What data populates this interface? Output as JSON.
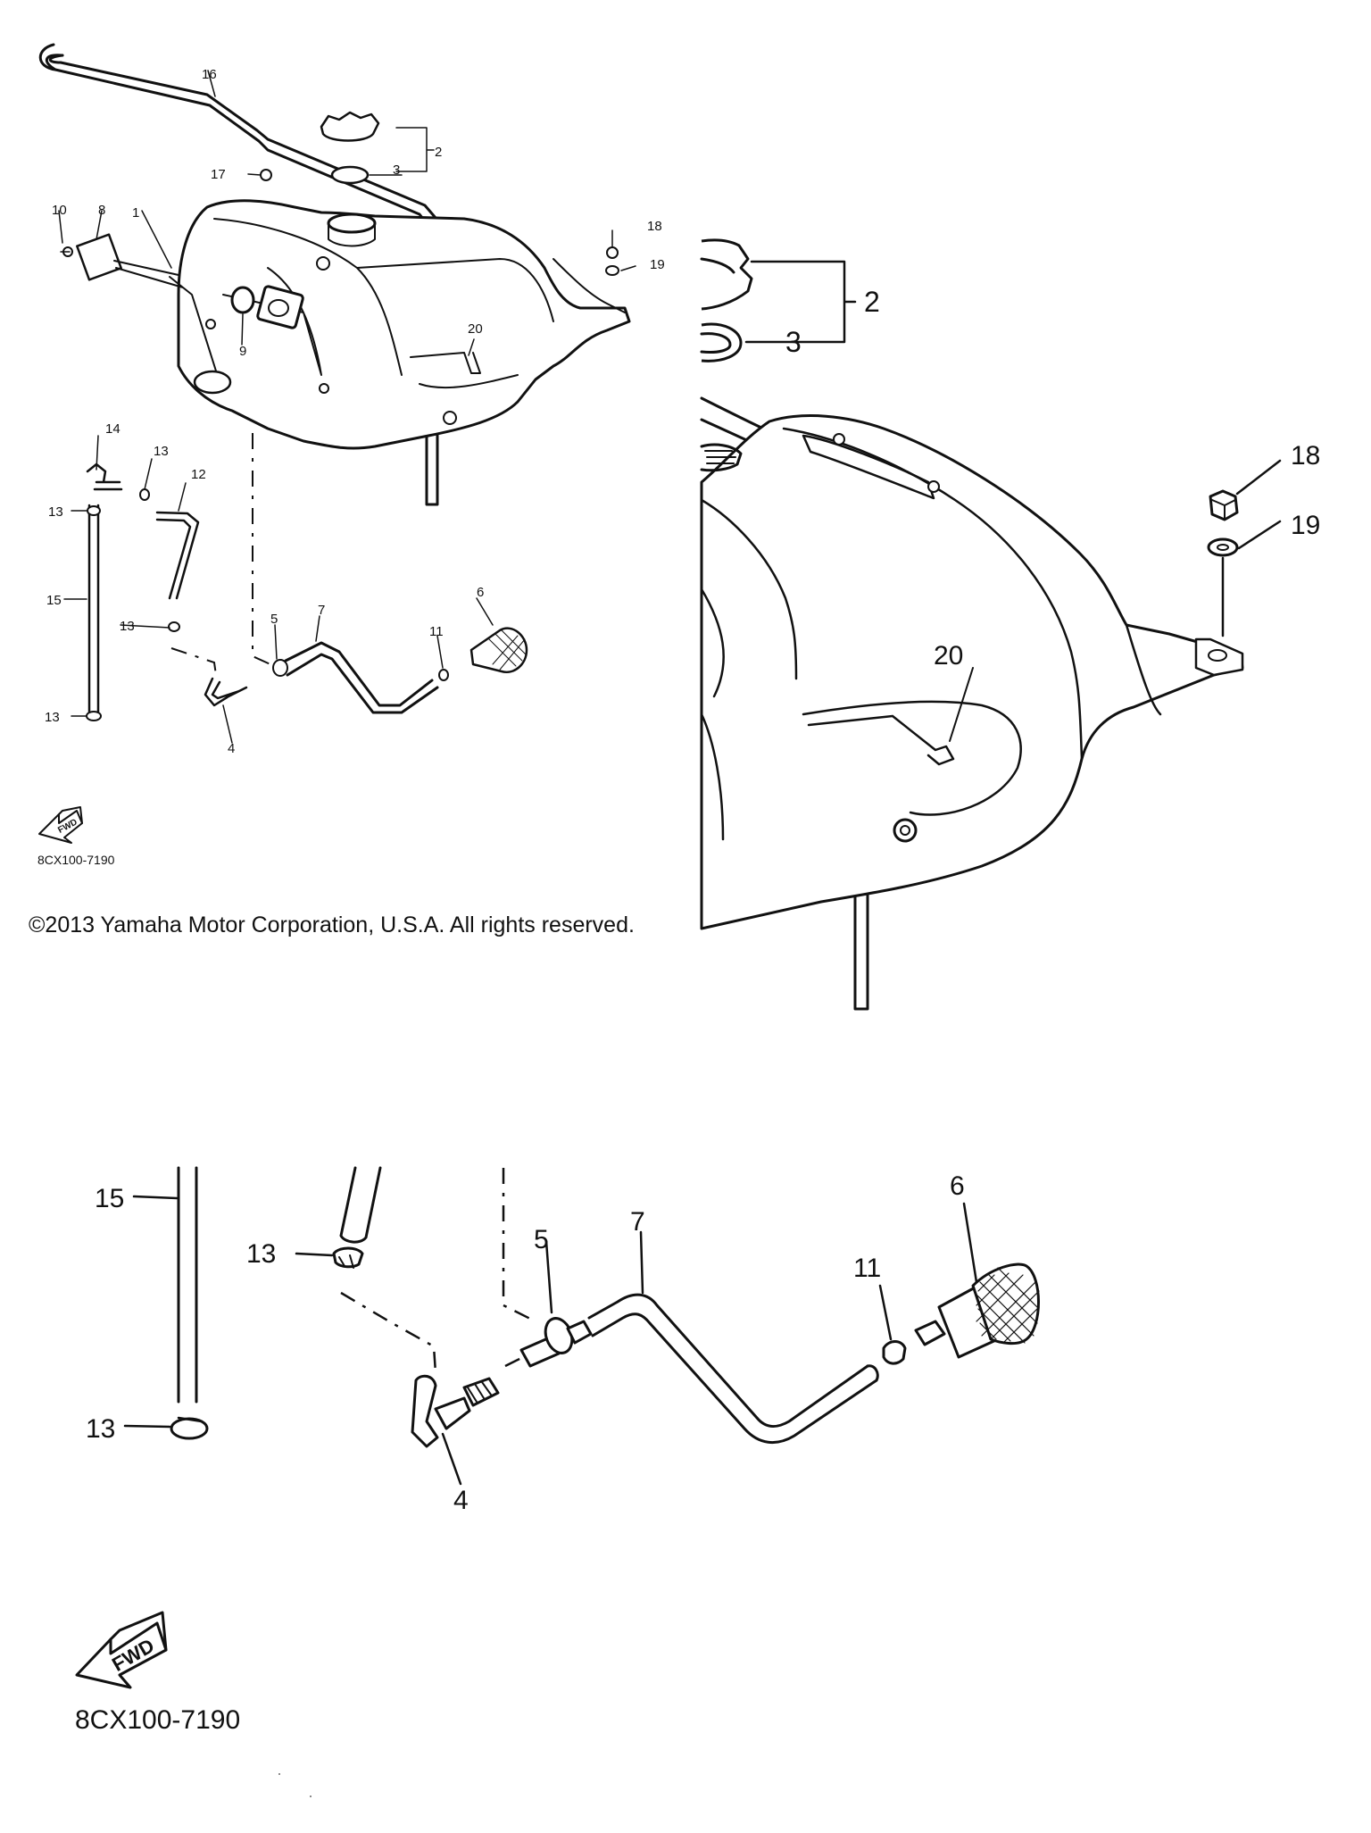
{
  "copyright": "©2013 Yamaha Motor Corporation, U.S.A. All rights reserved.",
  "diagram_code": "8CX100-7190",
  "fwd_arrow_text": "FWD",
  "overview_callouts": [
    "1",
    "2",
    "3",
    "4",
    "5",
    "6",
    "7",
    "8",
    "9",
    "10",
    "11",
    "12",
    "13",
    "13",
    "13",
    "13",
    "14",
    "15",
    "16",
    "17",
    "18",
    "19",
    "20"
  ],
  "zoom_top_callouts": [
    "2",
    "3",
    "18",
    "19",
    "20"
  ],
  "zoom_bottom_callouts": [
    "15",
    "13",
    "13",
    "5",
    "7",
    "6",
    "11",
    "4"
  ]
}
